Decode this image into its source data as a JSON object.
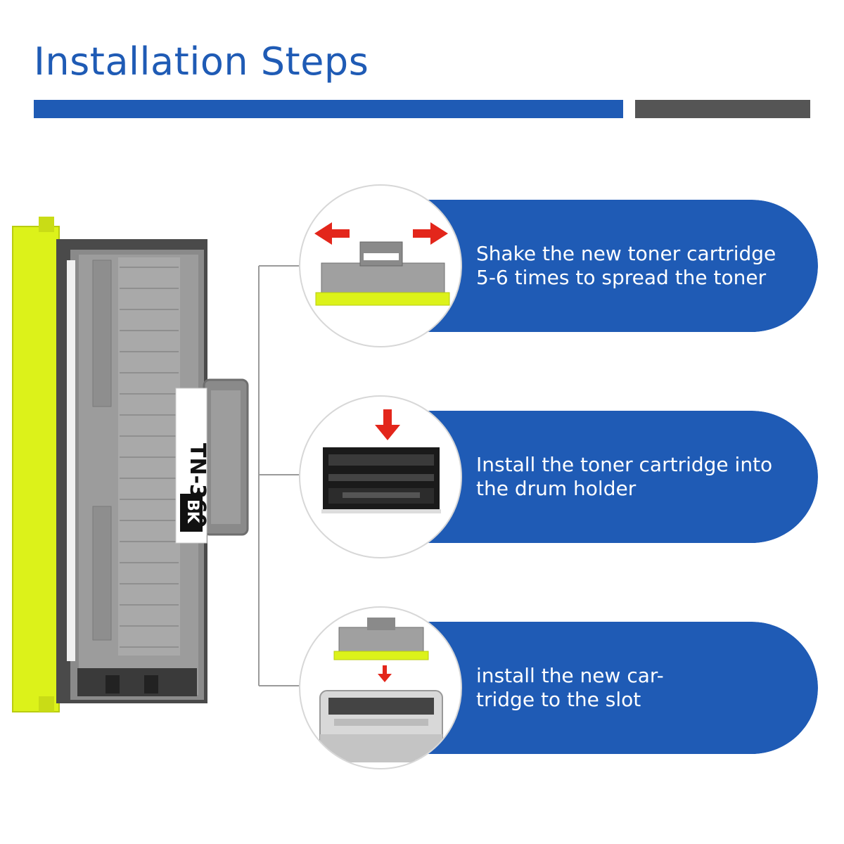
{
  "page": {
    "title": "Installation Steps",
    "colors": {
      "accent_blue": "#1f5bb5",
      "bar_gray": "#555555",
      "toner_yellow": "#dcf21a"
    }
  },
  "cartridge": {
    "model_label": "TN-360",
    "color_label": "BK"
  },
  "steps": [
    {
      "text_line1": "Shake the new toner cartridge",
      "text_line2": "5-6 times to spread the toner",
      "icon": "shake-arrows-icon"
    },
    {
      "text_line1": "Install the toner cartridge into",
      "text_line2": "the drum holder",
      "icon": "down-arrow-icon"
    },
    {
      "text_line1": "install the new car-",
      "text_line2": "tridge to the slot",
      "icon": "down-arrow-icon"
    }
  ]
}
